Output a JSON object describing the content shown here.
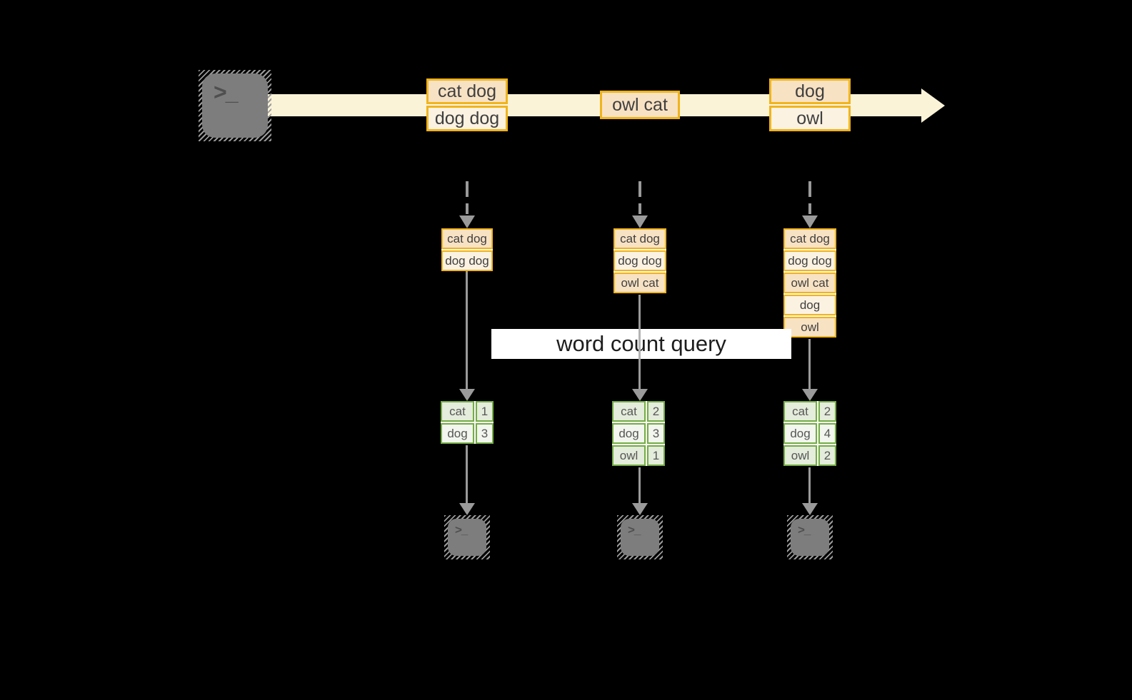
{
  "query": {
    "label": "word count query"
  },
  "icons": {
    "terminal_glyph": ">_"
  },
  "stream": {
    "batches": [
      {
        "items": [
          "cat dog",
          "dog dog"
        ]
      },
      {
        "items": [
          "owl cat"
        ]
      },
      {
        "items": [
          "dog",
          "owl"
        ]
      }
    ]
  },
  "columns": [
    {
      "accumulated": [
        "cat dog",
        "dog dog"
      ],
      "counts": [
        {
          "word": "cat",
          "count": 1
        },
        {
          "word": "dog",
          "count": 3
        }
      ]
    },
    {
      "accumulated": [
        "cat dog",
        "dog dog",
        "owl cat"
      ],
      "counts": [
        {
          "word": "cat",
          "count": 2
        },
        {
          "word": "dog",
          "count": 3
        },
        {
          "word": "owl",
          "count": 1
        }
      ]
    },
    {
      "accumulated": [
        "cat dog",
        "dog dog",
        "owl cat",
        "dog",
        "owl"
      ],
      "counts": [
        {
          "word": "cat",
          "count": 2
        },
        {
          "word": "dog",
          "count": 4
        },
        {
          "word": "owl",
          "count": 2
        }
      ]
    }
  ],
  "colors": {
    "background": "#000000",
    "stream_band": "#FAF3D8",
    "box_border": "#F0B41C",
    "box_fill_dark": "#F8E2C4",
    "box_fill_light": "#FBF2E2",
    "table_border": "#74AC45",
    "table_fill_dark": "#E4ECDB",
    "table_fill_light": "#F2F6EE",
    "arrow_gray": "#9A9A9A",
    "terminal_gray": "#7D7D7D",
    "label_bg": "#FFFFFF"
  }
}
